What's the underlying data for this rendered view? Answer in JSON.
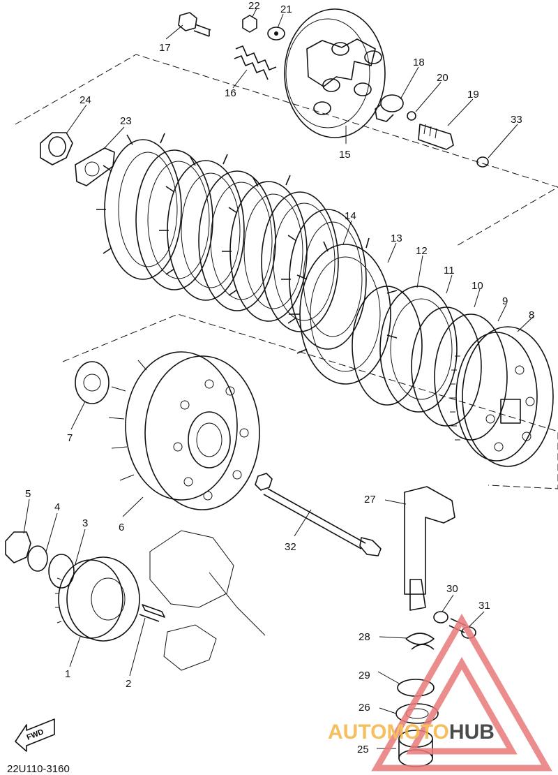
{
  "diagram": {
    "callouts": [
      "1",
      "2",
      "3",
      "4",
      "5",
      "6",
      "7",
      "8",
      "9",
      "10",
      "11",
      "12",
      "13",
      "14",
      "15",
      "16",
      "17",
      "18",
      "19",
      "20",
      "21",
      "22",
      "23",
      "24",
      "25",
      "26",
      "27",
      "28",
      "29",
      "30",
      "31",
      "32",
      "33"
    ],
    "fwd_label": "FWD",
    "drawing_code": "22U110-3160"
  },
  "watermark": {
    "text": "AUTOMOTOHUB",
    "text_part_a": "AUTO",
    "text_part_b": "MOTO",
    "text_part_c": "HUB",
    "colors": {
      "a": "#f4b544",
      "b": "#f4b544",
      "c": "#2b2b2b",
      "triangle": "#e8787a"
    }
  }
}
